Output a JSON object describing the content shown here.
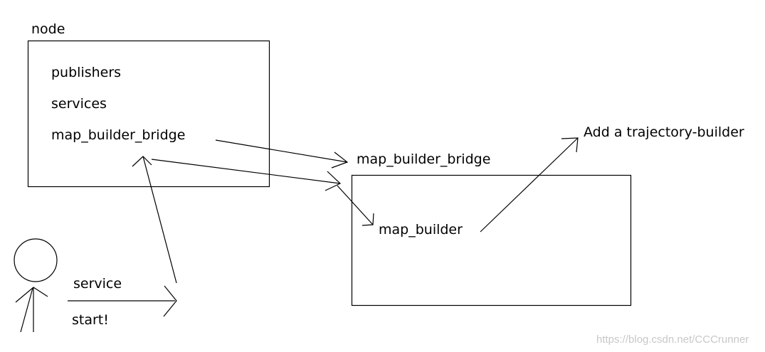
{
  "diagram": {
    "node_box": {
      "title": "node",
      "items": [
        "publishers",
        "services",
        "map_builder_bridge"
      ]
    },
    "bridge_box": {
      "title": "map_builder_bridge",
      "inner": "map_builder"
    },
    "result": "Add a trajectory-builder",
    "actor": {
      "action_top": "service",
      "action_bottom": "start!"
    }
  },
  "watermark": "https://blog.csdn.net/CCCrunner"
}
